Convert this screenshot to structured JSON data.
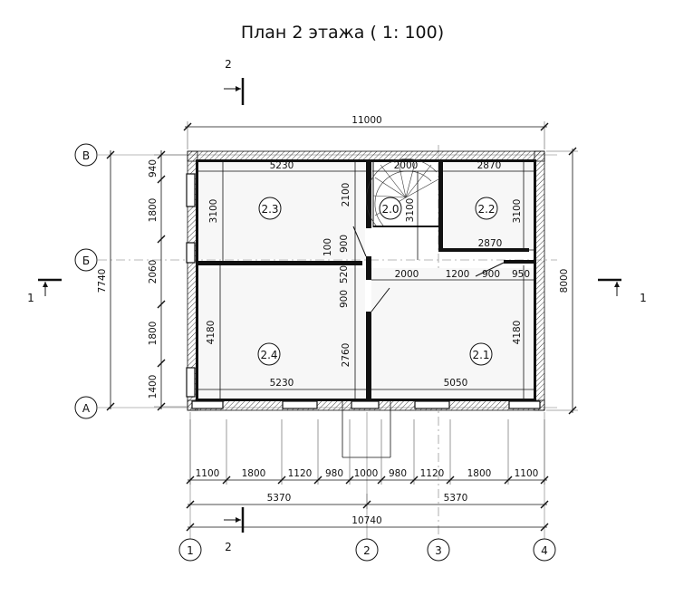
{
  "title": "План 2 этажа ( 1: 100)",
  "section_marks": {
    "top_number": "2",
    "bottom_number": "2",
    "left_number": "1",
    "right_number": "1"
  },
  "axes": {
    "letters": [
      "В",
      "Б",
      "А"
    ],
    "numbers": [
      "1",
      "2",
      "3",
      "4"
    ]
  },
  "rooms": [
    "2.3",
    "2.0",
    "2.2",
    "2.4",
    "2.1"
  ],
  "dims": {
    "overall_top": "11000",
    "left_chain": [
      "940",
      "1800",
      "2060",
      "1800",
      "1400"
    ],
    "left_total": "7740",
    "right_total": "8000",
    "bottom_chain": [
      "1100",
      "1800",
      "1120",
      "980",
      "1000",
      "980",
      "1120",
      "1800",
      "1100"
    ],
    "bottom_halves": [
      "5370",
      "5370"
    ],
    "bottom_total": "10740",
    "inner": {
      "r23_width": "5230",
      "r23_height": "3100",
      "stair_width": "2000",
      "stair_left_h": "2100",
      "stair_right_h": "3100",
      "r22_width_top": "2870",
      "r22_height": "3100",
      "r22_width_bottom": "2870",
      "d100": "100",
      "d900a": "900",
      "d520": "520",
      "d900b": "900",
      "corridor_width": "2000",
      "d1200": "1200",
      "d900c": "900",
      "d950": "950",
      "r24_height": "4180",
      "r24_side": "2760",
      "r24_width": "5230",
      "r21_height": "4180",
      "r21_width": "5050"
    }
  },
  "colors": {
    "line": "#111111",
    "hatch": "#555555",
    "background": "#ffffff"
  }
}
